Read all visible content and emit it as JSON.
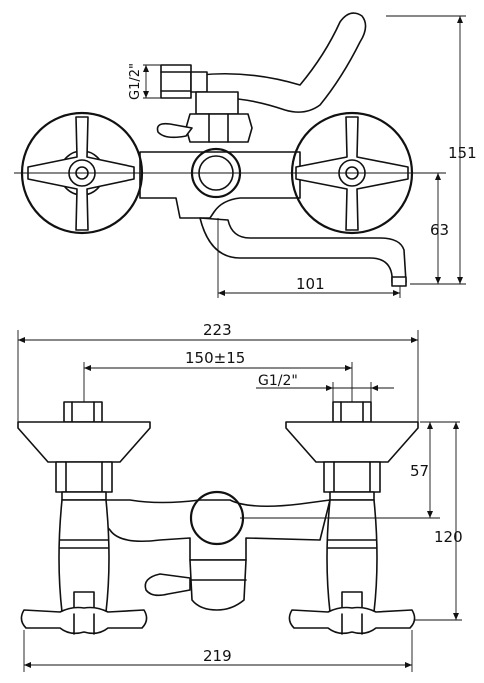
{
  "side_view": {
    "thread_label": "G1/2\"",
    "dim_height_total": "151",
    "dim_spout_height": "63",
    "dim_spout_reach": "101"
  },
  "front_view": {
    "dim_width_handles": "223",
    "dim_center_distance": "150±15",
    "thread_label": "G1/2\"",
    "dim_top_to_center": "57",
    "dim_height": "120",
    "dim_width_bottom": "219"
  }
}
